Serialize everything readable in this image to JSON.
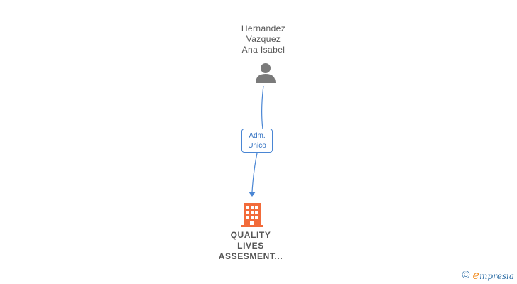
{
  "person": {
    "name_lines": [
      "Hernandez",
      "Vazquez",
      "Ana Isabel"
    ],
    "icon": "person-icon"
  },
  "relationship": {
    "role_lines": [
      "Adm.",
      "Unico"
    ],
    "line_color": "#4a86d4"
  },
  "company": {
    "name_lines": [
      "QUALITY",
      "LIVES",
      "ASSESMENT..."
    ],
    "icon": "building-icon",
    "icon_color": "#f26b3a"
  },
  "watermark": {
    "copyright_symbol": "©",
    "brand_initial": "e",
    "brand_rest": "mpresia",
    "initial_color": "#f28a1a",
    "brand_color": "#2f6fa6"
  }
}
